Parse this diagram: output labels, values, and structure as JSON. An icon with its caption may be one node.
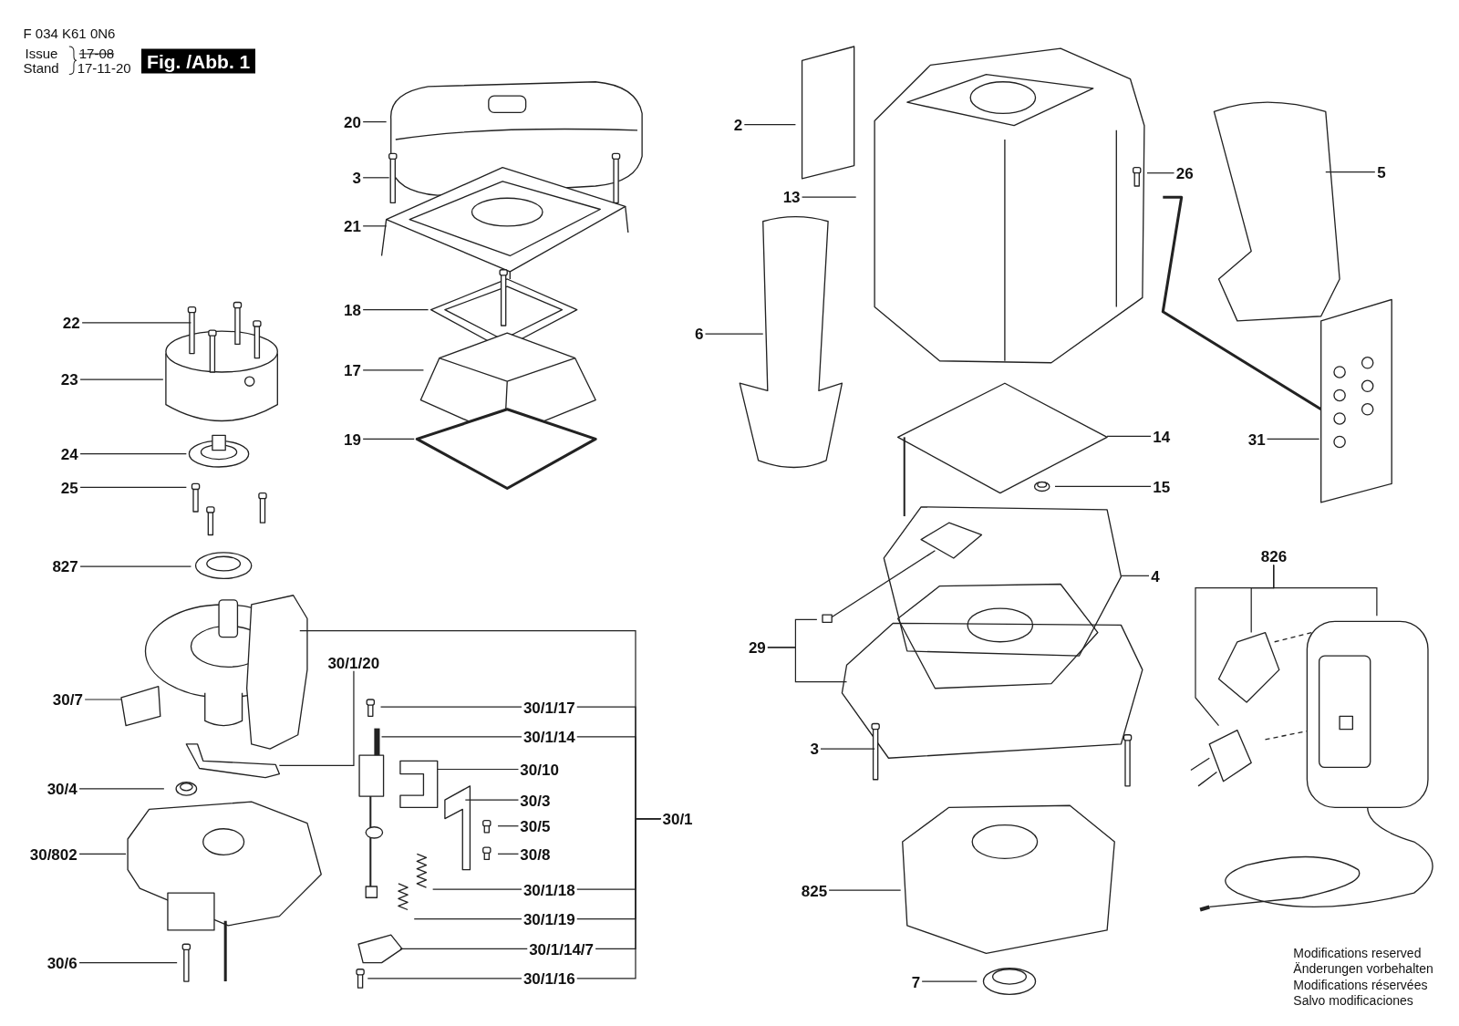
{
  "diagram": {
    "nodes": [
      {
        "text": [
          "20"
        ]
      },
      {
        "text": [
          "2"
        ]
      },
      {
        "text": [
          "26"
        ]
      },
      {
        "text": [
          "5"
        ]
      },
      {
        "text": [
          "3"
        ]
      },
      {
        "text": [
          "13"
        ]
      },
      {
        "text": [
          "21"
        ]
      },
      {
        "text": [
          "18"
        ]
      },
      {
        "text": [
          "22"
        ]
      },
      {
        "text": [
          "6"
        ]
      },
      {
        "text": [
          "17"
        ]
      },
      {
        "text": [
          "23"
        ]
      },
      {
        "text": [
          "14"
        ]
      },
      {
        "text": [
          "31"
        ]
      },
      {
        "text": [
          "19"
        ]
      },
      {
        "text": [
          "24"
        ]
      },
      {
        "text": [
          "15"
        ]
      },
      {
        "text": [
          "25"
        ]
      },
      {
        "text": [
          "826"
        ]
      },
      {
        "text": [
          "827"
        ]
      },
      {
        "text": [
          "4"
        ]
      },
      {
        "text": [
          "29"
        ]
      },
      {
        "text": [
          "30/1/20"
        ]
      },
      {
        "text": [
          "30/7"
        ]
      },
      {
        "text": [
          "30/1/17"
        ]
      },
      {
        "text": [
          "30/1/14"
        ]
      },
      {
        "text": [
          "3"
        ]
      },
      {
        "text": [
          "30/10"
        ]
      },
      {
        "text": [
          "30/4"
        ]
      },
      {
        "text": [
          "30/3"
        ]
      },
      {
        "text": [
          "30/1"
        ]
      },
      {
        "text": [
          "30/5"
        ]
      },
      {
        "text": [
          "30/8"
        ]
      },
      {
        "text": [
          "30/802"
        ]
      },
      {
        "text": [
          "30/1/18"
        ]
      },
      {
        "text": [
          "825"
        ]
      },
      {
        "text": [
          "30/1/19"
        ]
      },
      {
        "text": [
          "30/1/14/7"
        ]
      },
      {
        "text": [
          "30/6"
        ]
      },
      {
        "text": [
          "30/1/16"
        ]
      },
      {
        "text": [
          "7"
        ]
      }
    ],
    "edges": [
      {
        "from": 0,
        "to": null,
        "arrow": "none"
      },
      {
        "from": 1,
        "to": null,
        "arrow": "none"
      },
      {
        "from": 2,
        "to": null,
        "arrow": "none"
      },
      {
        "from": 3,
        "to": null,
        "arrow": "none"
      },
      {
        "from": 4,
        "to": null,
        "arrow": "none"
      },
      {
        "from": 5,
        "to": null,
        "arrow": "none"
      },
      {
        "from": 6,
        "to": null,
        "arrow": "none"
      },
      {
        "from": 7,
        "to": null,
        "arrow": "none"
      },
      {
        "from": 8,
        "to": null,
        "arrow": "none"
      },
      {
        "from": 9,
        "to": null,
        "arrow": "none"
      },
      {
        "from": 10,
        "to": null,
        "arrow": "none"
      },
      {
        "from": 11,
        "to": null,
        "arrow": "none"
      },
      {
        "from": 12,
        "to": null,
        "arrow": "none"
      },
      {
        "from": 13,
        "to": null,
        "arrow": "none"
      },
      {
        "from": 14,
        "to": null,
        "arrow": "none"
      },
      {
        "from": 15,
        "to": null,
        "arrow": "none"
      },
      {
        "from": 16,
        "to": null,
        "arrow": "none"
      },
      {
        "from": 17,
        "to": null,
        "arrow": "none"
      },
      {
        "from": 18,
        "to": null,
        "arrow": "none"
      },
      {
        "from": 18,
        "to": null,
        "arrow": "none"
      },
      {
        "from": 18,
        "to": null,
        "arrow": "none"
      },
      {
        "from": 19,
        "to": null,
        "arrow": "none"
      },
      {
        "from": 20,
        "to": null,
        "arrow": "none"
      },
      {
        "from": 21,
        "to": null,
        "arrow": "none"
      },
      {
        "from": 21,
        "to": null,
        "arrow": "none"
      },
      {
        "from": 22,
        "to": null,
        "arrow": "none"
      },
      {
        "from": 23,
        "to": null,
        "arrow": "none"
      },
      {
        "from": 24,
        "to": null,
        "arrow": "none"
      },
      {
        "from": 25,
        "to": null,
        "arrow": "none"
      },
      {
        "from": 26,
        "to": null,
        "arrow": "none"
      },
      {
        "from": 27,
        "to": null,
        "arrow": "none"
      },
      {
        "from": 28,
        "to": null,
        "arrow": "none"
      },
      {
        "from": 29,
        "to": null,
        "arrow": "none"
      },
      {
        "from": 30,
        "to": null,
        "arrow": "none"
      },
      {
        "from": 31,
        "to": null,
        "arrow": "none"
      },
      {
        "from": 32,
        "to": null,
        "arrow": "none"
      },
      {
        "from": 33,
        "to": null,
        "arrow": "none"
      },
      {
        "from": 34,
        "to": null,
        "arrow": "none"
      },
      {
        "from": 35,
        "to": null,
        "arrow": "none"
      },
      {
        "from": 36,
        "to": null,
        "arrow": "none"
      },
      {
        "from": 37,
        "to": null,
        "arrow": "none"
      },
      {
        "from": 38,
        "to": null,
        "arrow": "none"
      },
      {
        "from": 39,
        "to": null,
        "arrow": "none"
      },
      {
        "from": 40,
        "to": null,
        "arrow": "none"
      },
      {
        "from": 30,
        "to": 24,
        "arrow": "none"
      },
      {
        "from": 30,
        "to": 25,
        "arrow": "none"
      },
      {
        "from": 30,
        "to": 34,
        "arrow": "none"
      },
      {
        "from": 30,
        "to": 36,
        "arrow": "none"
      },
      {
        "from": 30,
        "to": 37,
        "arrow": "none"
      },
      {
        "from": 30,
        "to": 39,
        "arrow": "none"
      }
    ],
    "labels": [
      "F 034 K61 0N6",
      "Issue",
      "17-08",
      "Stand",
      "17-11-20",
      "Fig. /Abb. 1",
      "Modifications reserved",
      "Änderungen vorbehalten",
      "Modifications réservées",
      "Salvo modificaciones"
    ]
  }
}
